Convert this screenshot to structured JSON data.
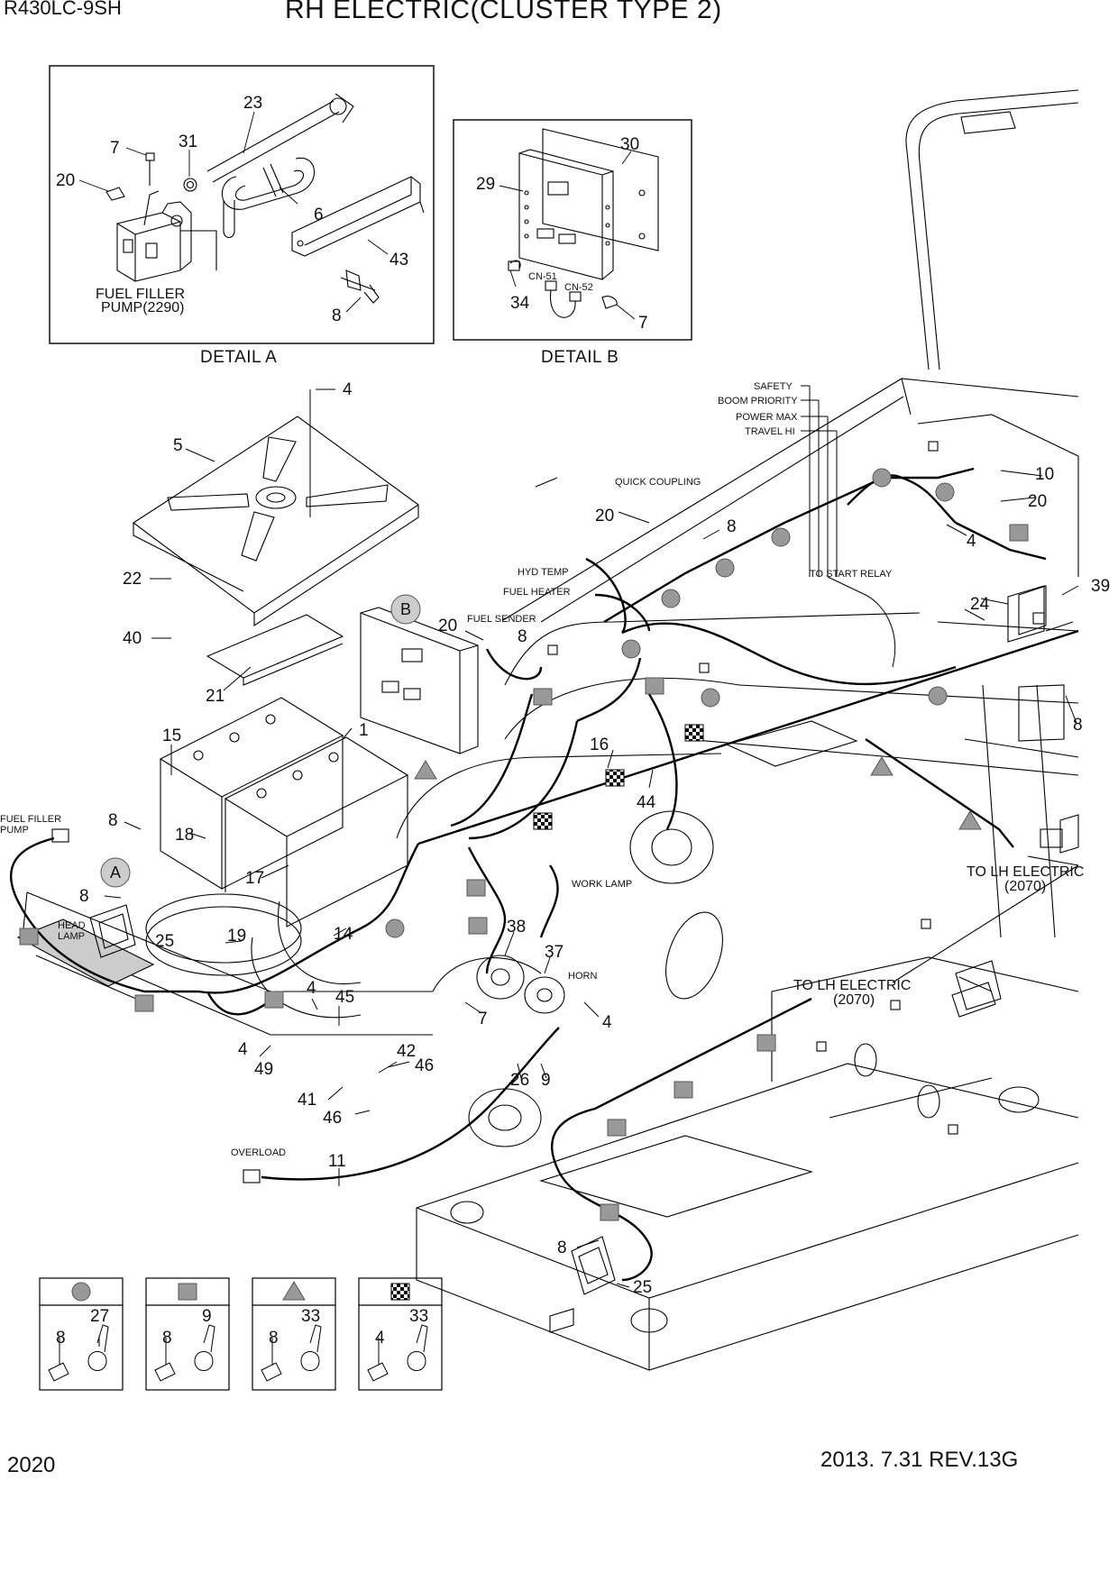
{
  "header": {
    "model": "R430LC-9SH",
    "title": "RH ELECTRIC(CLUSTER TYPE 2)"
  },
  "footer": {
    "page": "2020",
    "revision": "2013. 7.31  REV.13G"
  },
  "details": {
    "a": {
      "caption": "DETAIL  A",
      "pump_line1": "FUEL FILLER",
      "pump_line2": "PUMP(2290)",
      "parts": [
        "7",
        "31",
        "23",
        "20",
        "6",
        "43",
        "8"
      ]
    },
    "b": {
      "caption": "DETAIL  B",
      "cn51": "CN-51",
      "cn52": "CN-52",
      "parts": [
        "30",
        "29",
        "34",
        "7"
      ]
    }
  },
  "labels": {
    "safety": "SAFETY",
    "boom_priority": "BOOM PRIORITY",
    "power_max": "POWER MAX",
    "travel_hi": "TRAVEL HI",
    "quick_coupling": "QUICK COUPLING",
    "hyd_temp": "HYD TEMP",
    "fuel_heater": "FUEL HEATER",
    "fuel_sender": "FUEL SENDER",
    "to_start_relay": "TO START RELAY",
    "to_lh_electric": "TO LH ELECTRIC",
    "lh_ref": "(2070)",
    "fuel_filler_pump_1": "FUEL FILLER",
    "fuel_filler_pump_2": "PUMP",
    "head_lamp_1": "HEAD",
    "head_lamp_2": "LAMP",
    "work_lamp": "WORK LAMP",
    "horn": "HORN",
    "overload": "OVERLOAD",
    "callout_a": "A",
    "callout_b": "B"
  },
  "callouts": {
    "c4_top": "4",
    "c5": "5",
    "c22": "22",
    "c40": "40",
    "c21": "21",
    "c15": "15",
    "c1": "1",
    "c20_mid": "20",
    "c8_mid": "8",
    "c16": "16",
    "c44": "44",
    "c20_qc": "20",
    "c8_qc": "8",
    "c10": "10",
    "c20_r": "20",
    "c4_r": "4",
    "c24": "24",
    "c39": "39",
    "c8_r": "8",
    "c8_l": "8",
    "c18": "18",
    "c8_l2": "8",
    "c17": "17",
    "c25_l": "25",
    "c19": "19",
    "c14": "14",
    "c4_l": "4",
    "c45": "45",
    "c4_l2": "4",
    "c49": "49",
    "c42": "42",
    "c46_a": "46",
    "c41": "41",
    "c46_b": "46",
    "c26": "26",
    "c9": "9",
    "c38": "38",
    "c37": "37",
    "c7_h": "7",
    "c4_h": "4",
    "c11": "11",
    "c8_b": "8",
    "c25_b": "25"
  },
  "legend": [
    {
      "symbol": "circle",
      "bolt": "8",
      "clip": "27"
    },
    {
      "symbol": "square",
      "bolt": "8",
      "clip": "9"
    },
    {
      "symbol": "triangle",
      "bolt": "8",
      "clip": "33"
    },
    {
      "symbol": "checker",
      "bolt": "4",
      "clip": "33"
    }
  ]
}
